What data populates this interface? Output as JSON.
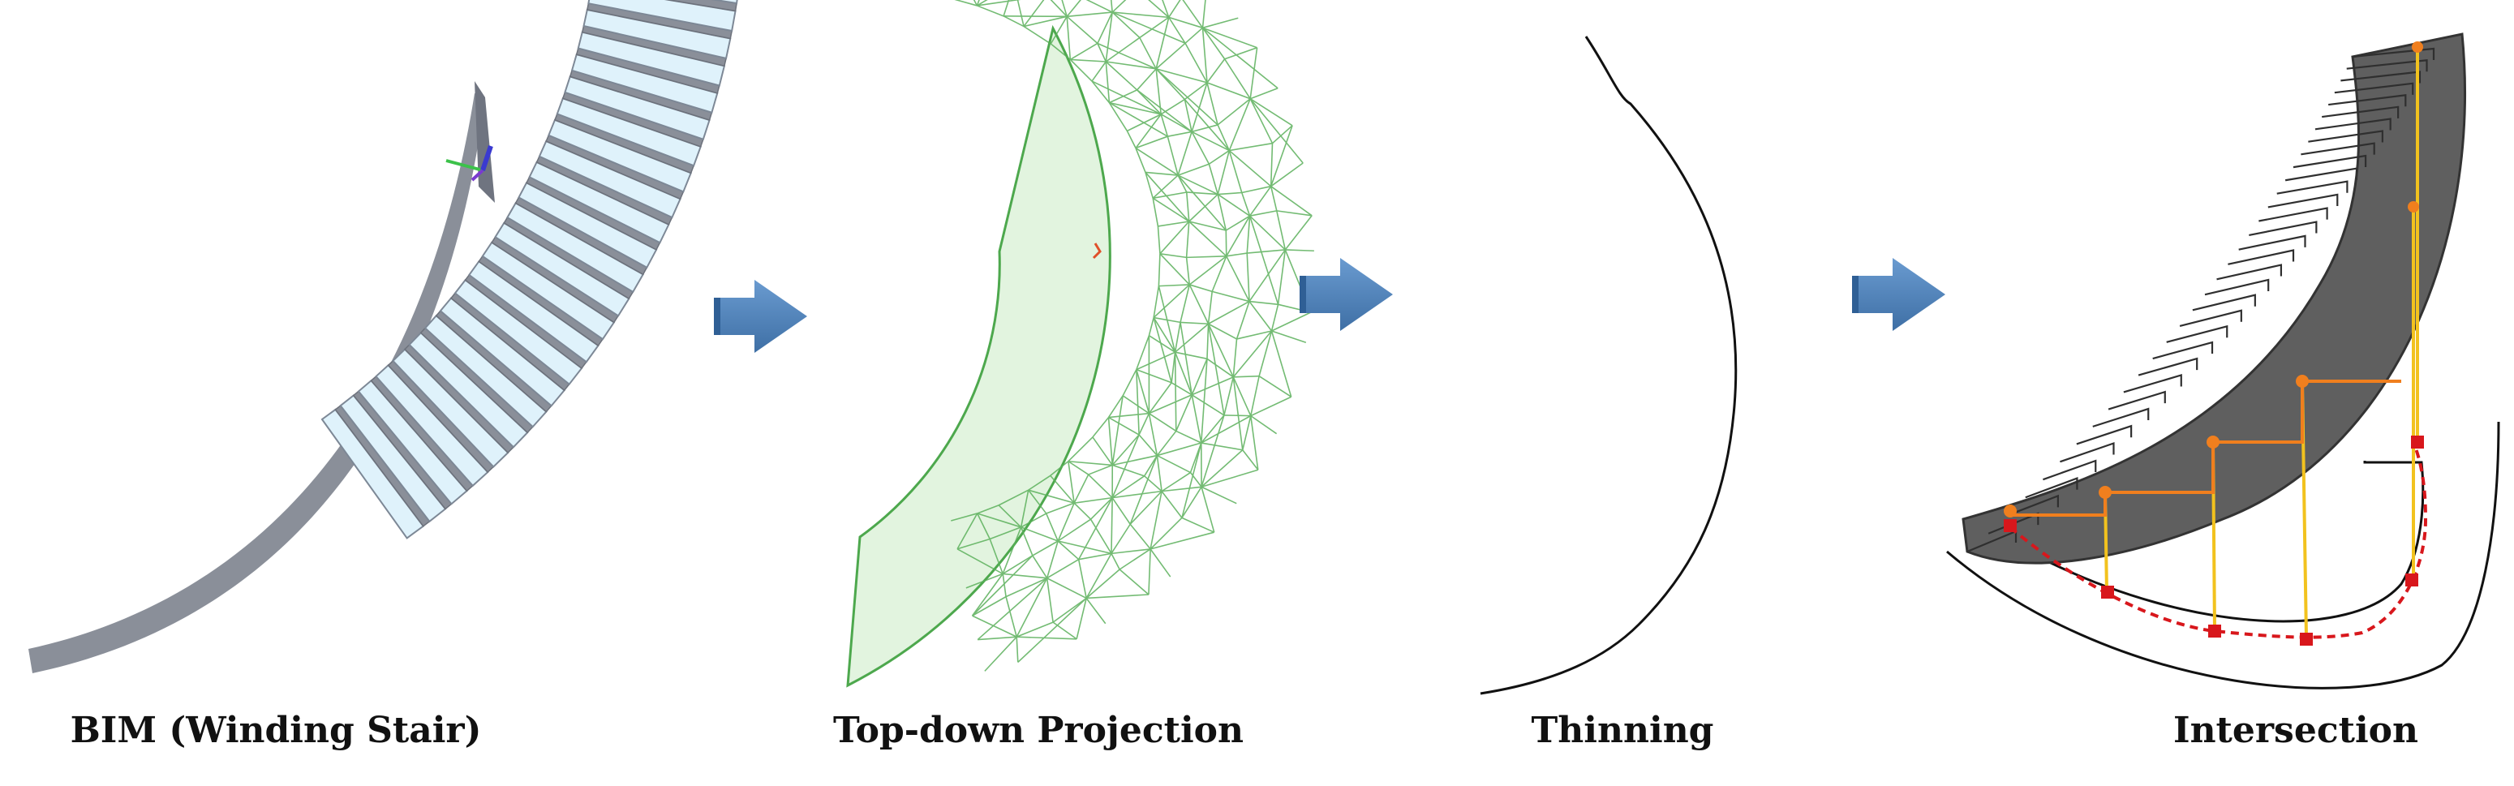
{
  "captions": {
    "bim": "BIM (Winding Stair)",
    "projection": "Top-down Projection",
    "thinning": "Thinning",
    "intersection": "Intersection"
  },
  "colors": {
    "tread": "#dff2fb",
    "riser": "#8a8f99",
    "mesh": "#4da84d",
    "mesh_fill": "#dff3dc",
    "arrow": "#4a7fb5",
    "thin_line": "#111111",
    "stair_dark": "#5d5d5d",
    "orange": "#f07f1e",
    "yellow": "#f2c21e",
    "red": "#d8171c"
  },
  "icons": [
    "flow-arrow-icon",
    "axis-gizmo-icon"
  ]
}
